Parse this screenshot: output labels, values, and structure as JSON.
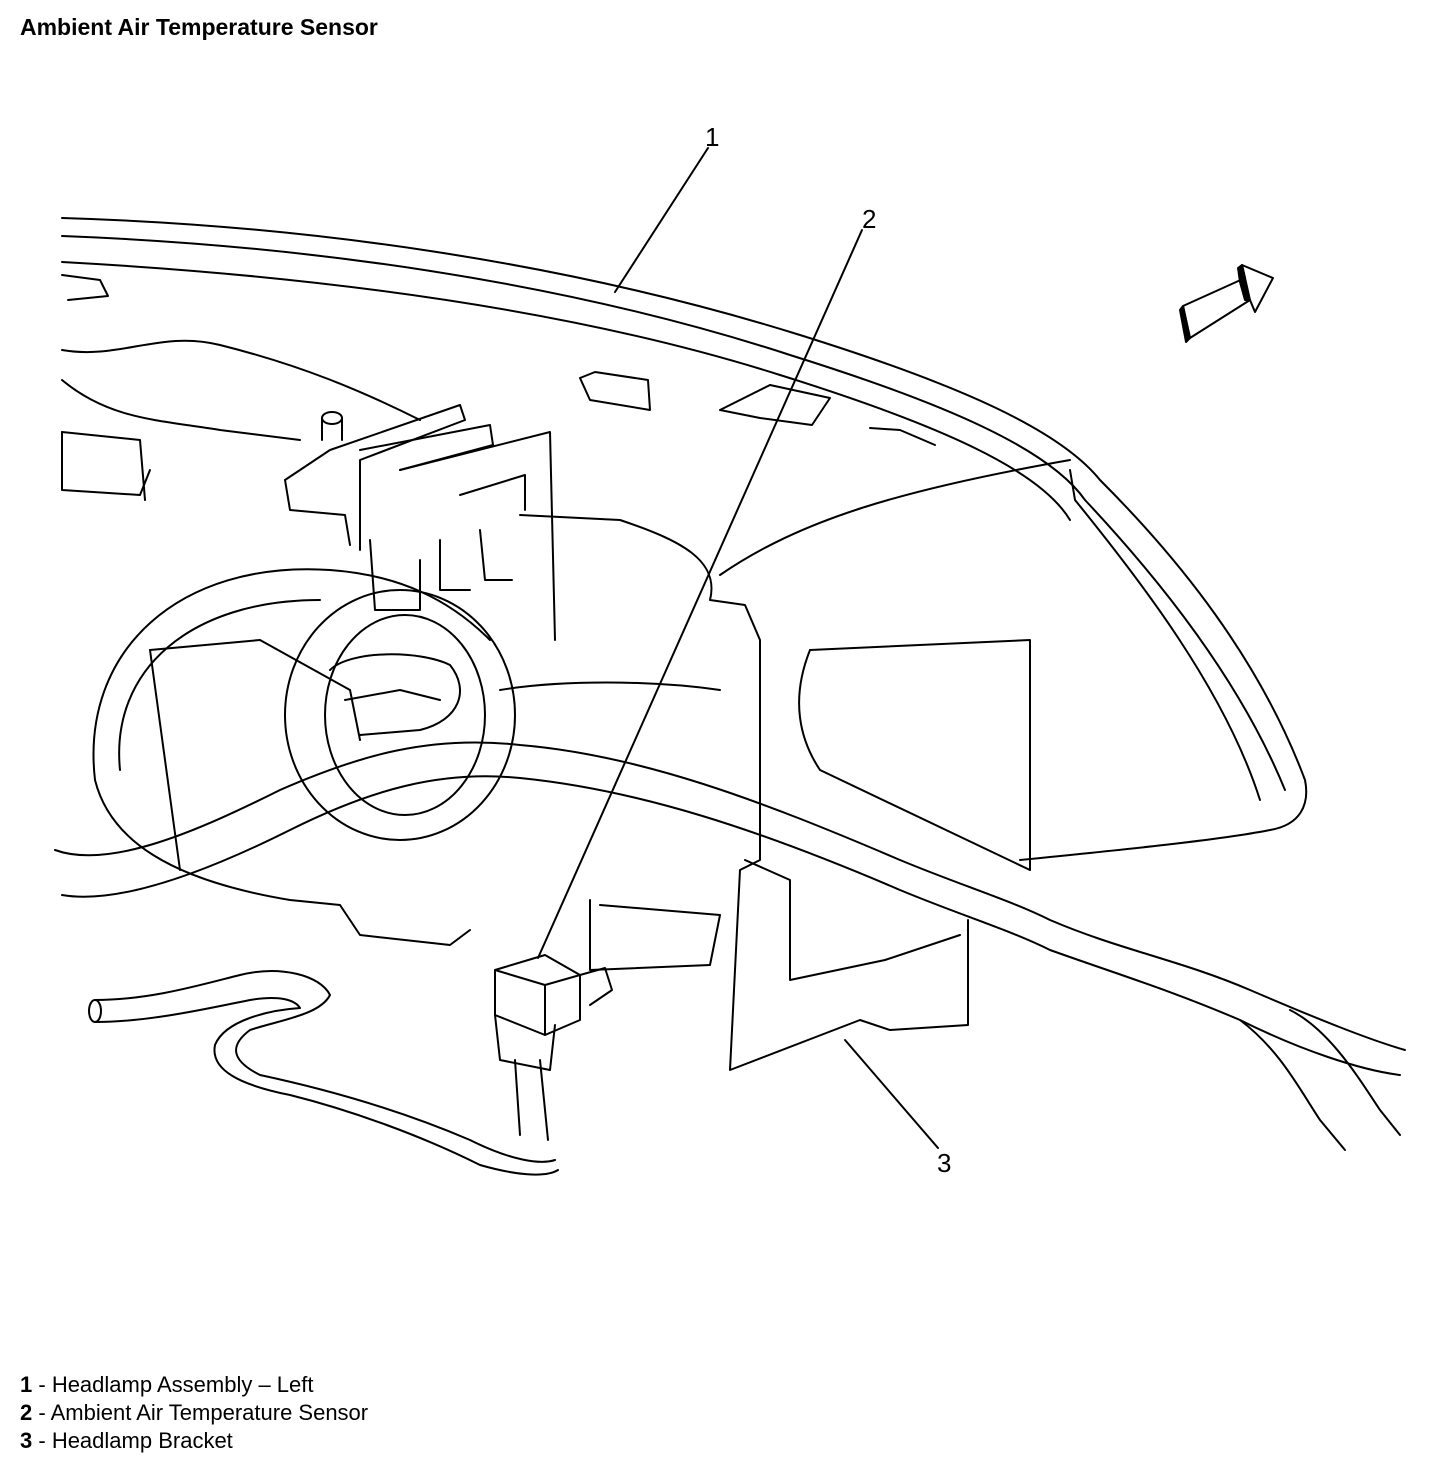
{
  "title": "Ambient Air Temperature Sensor",
  "callouts": [
    {
      "num": "1",
      "label": "Headlamp Assembly – Left"
    },
    {
      "num": "2",
      "label": "Ambient Air Temperature Sensor"
    },
    {
      "num": "3",
      "label": "Headlamp Bracket"
    }
  ],
  "legend_separator": " - ",
  "icons": {
    "direction_arrow": "forward-arrow-icon"
  }
}
